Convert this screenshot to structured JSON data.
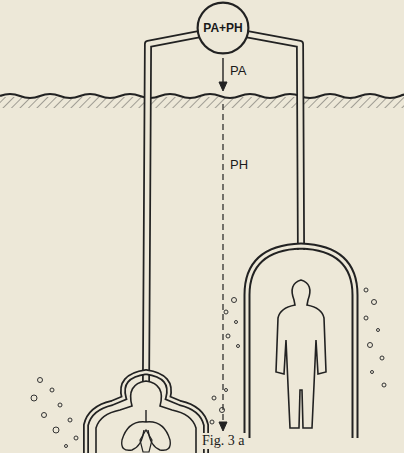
{
  "diagram": {
    "caption": "Fig. 3 a",
    "nodes": [
      {
        "text": [
          "PA+PH"
        ]
      }
    ],
    "labels": [
      "PA",
      "PH"
    ]
  }
}
